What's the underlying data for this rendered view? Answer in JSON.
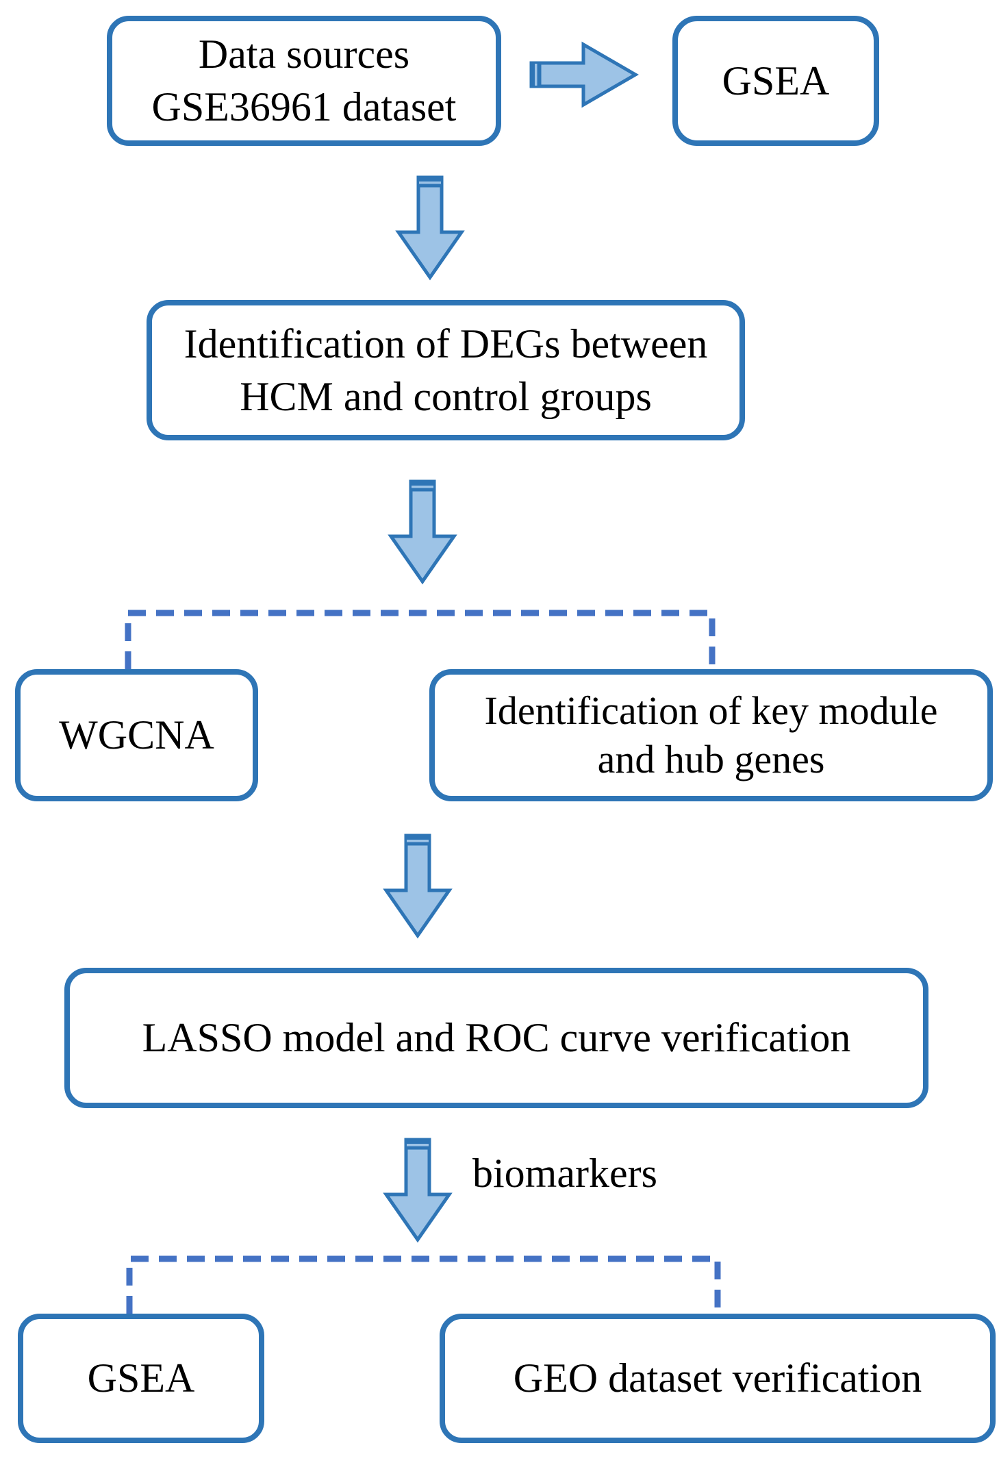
{
  "figure": {
    "description": "Study workflow flowchart"
  },
  "colors": {
    "box-border": "#2E75B6",
    "arrow-fill": "#9DC3E6",
    "arrow-stroke": "#2E75B6",
    "dash-blue": "#4472C4",
    "text-color": "#000000",
    "bg": "#FFFFFF"
  },
  "nodes": {
    "data_sources": {
      "lines": [
        "Data sources",
        "GSE36961 dataset"
      ]
    },
    "gsea_top": {
      "label": "GSEA"
    },
    "degs": {
      "lines": [
        "Identification of DEGs between",
        "HCM and control groups"
      ]
    },
    "wgcna": {
      "label": "WGCNA"
    },
    "key_module": {
      "lines": [
        "Identification of key module",
        "and hub genes"
      ]
    },
    "lasso": {
      "label": "LASSO model and ROC curve verification"
    },
    "gsea_bottom": {
      "label": "GSEA"
    },
    "geo": {
      "label": "GEO dataset verification"
    }
  },
  "annotations": {
    "biomarkers": "biomarkers"
  }
}
